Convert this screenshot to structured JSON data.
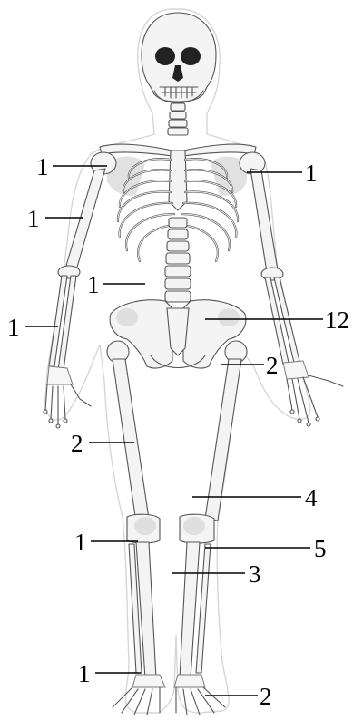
{
  "figure": {
    "labels": [
      {
        "id": "clavicle-left",
        "text": "1"
      },
      {
        "id": "humerus-left",
        "text": "1"
      },
      {
        "id": "spine",
        "text": "1"
      },
      {
        "id": "forearm-left",
        "text": "1"
      },
      {
        "id": "femur-left",
        "text": "2"
      },
      {
        "id": "patella-left",
        "text": "1"
      },
      {
        "id": "ankle-left",
        "text": "1"
      },
      {
        "id": "shoulder-right",
        "text": "1"
      },
      {
        "id": "pelvis-right",
        "text": "12"
      },
      {
        "id": "hip-right",
        "text": "2"
      },
      {
        "id": "knee-right",
        "text": "4"
      },
      {
        "id": "fibula-right",
        "text": "5"
      },
      {
        "id": "tibia-right",
        "text": "3"
      },
      {
        "id": "foot-right",
        "text": "2"
      }
    ]
  }
}
